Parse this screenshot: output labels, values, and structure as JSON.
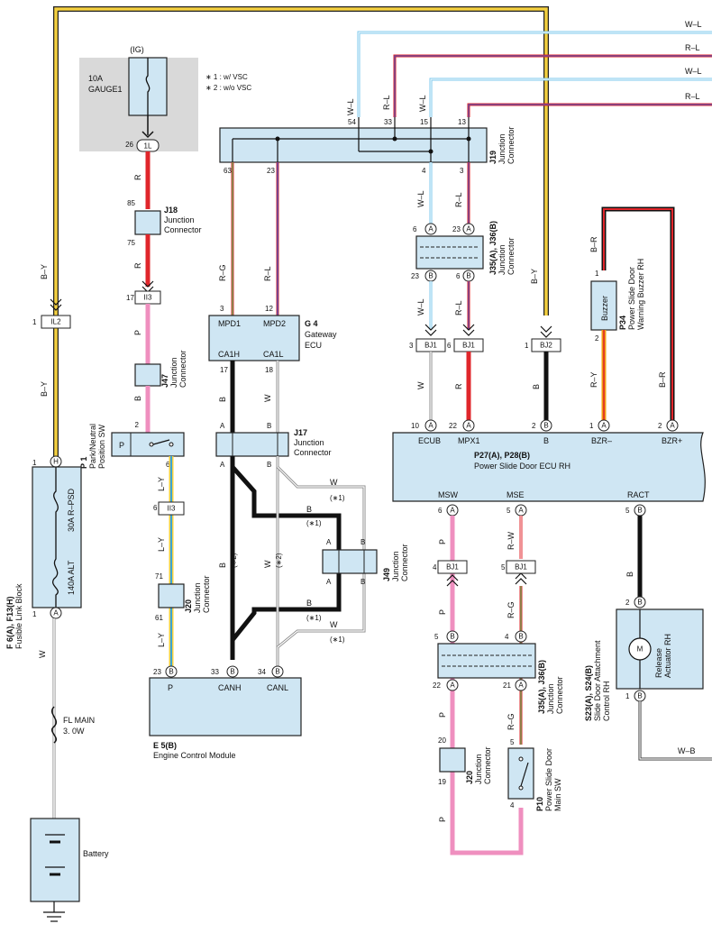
{
  "legend": {
    "note1": "∗ 1 : w/ VSC",
    "note2": "∗ 2 : w/o VSC"
  },
  "right_wire_tags": [
    "W–L",
    "R–L",
    "W–L",
    "R–L"
  ],
  "bottom_right_tag": "W–B",
  "fuse_gauge": {
    "ig": "(IG)",
    "amp": "10A",
    "name": "GAUGE1",
    "pin": "26",
    "conn": "1L"
  },
  "j18": {
    "code": "J18",
    "name1": "Junction",
    "name2": "Connector",
    "pin_top": "85",
    "pin_bottom": "75"
  },
  "ii3_top": {
    "pin": "17",
    "name": "II3"
  },
  "il2": {
    "pin": "1",
    "name": "IL2"
  },
  "j47": {
    "code": "J47",
    "name1": "Junction",
    "name2": "Connector"
  },
  "p1": {
    "code": "P 1",
    "name1": "Park/Neutral",
    "name2": "Position SW",
    "letter": "P",
    "pin_top": "2",
    "pin_bottom": "6"
  },
  "ii3_mid": {
    "pin": "6",
    "name": "II3"
  },
  "j20_left": {
    "code": "J20",
    "name1": "Junction",
    "name2": "Connector",
    "pin_top": "71",
    "pin_bottom": "61"
  },
  "fusible": {
    "code": "F 6(A), F13(H)",
    "name": "Fusible Link Block",
    "f1": "30A R–PSD",
    "f2": "140A ALT",
    "pin_top": "1",
    "pin_top_letter": "H",
    "pin_bottom": "1",
    "pin_bottom_letter": "A"
  },
  "fl_main": {
    "name": "FL MAIN",
    "rating": "3. 0W"
  },
  "battery": {
    "name": "Battery"
  },
  "g4": {
    "code": "G 4",
    "name1": "Gateway",
    "name2": "ECU",
    "t1": "MPD1",
    "t2": "MPD2",
    "t3": "CA1H",
    "t4": "CA1L",
    "p1": "3",
    "p2": "12",
    "p3": "17",
    "p4": "18"
  },
  "j19": {
    "code": "J19",
    "name1": "Junction",
    "name2": "Connector",
    "pins_top": [
      "54",
      "33",
      "15",
      "13"
    ],
    "pins_bottom_left": [
      "63",
      "23"
    ],
    "pins_bottom_right": [
      "4",
      "3"
    ]
  },
  "j17": {
    "code": "J17",
    "name1": "Junction",
    "name2": "Connector",
    "pa": "A",
    "pb": "B"
  },
  "j49": {
    "code": "J49",
    "name1": "Junction",
    "name2": "Connector"
  },
  "e5": {
    "code": "E 5(B)",
    "name": "Engine Control Module",
    "t1": "P",
    "t2": "CANH",
    "t3": "CANL",
    "p1": "23",
    "p2": "33",
    "p3": "34"
  },
  "j35_top": {
    "code": "J35(A), J36(B)",
    "name1": "Junction",
    "name2": "Connector",
    "p_tl": "6",
    "p_tr": "23",
    "p_bl": "23",
    "p_br": "6"
  },
  "bj_labels": {
    "bj1a": "BJ1",
    "bj1b": "BJ1",
    "bj2": "BJ2",
    "pa": "3",
    "pb": "6",
    "pc": "1"
  },
  "p34": {
    "code": "P34",
    "name1": "Power Slide Door",
    "name2": "Warning Buzzer RH",
    "part": "Buzzer",
    "pin_top": "1",
    "pin_bottom": "2"
  },
  "ecu_rh": {
    "code": "P27(A), P28(B)",
    "name": "Power Slide Door ECU RH",
    "top_terms": [
      "ECUB",
      "MPX1",
      "B",
      "BZR–",
      "BZR+"
    ],
    "top_pins": [
      "10",
      "22",
      "2",
      "1",
      "2"
    ],
    "bottom_terms": [
      "MSW",
      "MSE",
      "RACT"
    ],
    "bottom_pins": [
      "6",
      "5",
      "5"
    ]
  },
  "bj1_lower": {
    "a": "BJ1",
    "b": "BJ1",
    "pa": "4",
    "pb": "5"
  },
  "j35_bot": {
    "code": "J35(A), J36(B)",
    "name1": "Junction",
    "name2": "Connector",
    "p_tl": "5",
    "p_tr": "4",
    "p_bl": "22",
    "p_br": "21"
  },
  "j20_right": {
    "code": "J20",
    "name1": "Junction",
    "name2": "Connector",
    "pin_top": "20",
    "pin_bottom": "19"
  },
  "p10": {
    "code": "P10",
    "name1": "Power Slide Door",
    "name2": "Main SW",
    "pin_top": "5",
    "pin_bottom": "4"
  },
  "s23": {
    "code": "S23(A), S24(B)",
    "name1": "Slide Door Attachment",
    "name2": "Control RH",
    "part1": "Release",
    "part2": "Actuator RH",
    "motor": "M",
    "pin_top": "2",
    "pin_bottom": "1"
  },
  "wire_colors": {
    "by_top": "B–Y",
    "by_left": "B–Y",
    "by_right": "B–Y",
    "r1": "R",
    "r2": "R",
    "p1": "P",
    "b1": "B",
    "ly1": "L–Y",
    "ly2": "L–Y",
    "ly3": "L–Y",
    "w1": "W",
    "rg": "R–G",
    "rl": "R–L",
    "b2": "B",
    "w2": "W",
    "b3": "B",
    "w3": "W",
    "wl_top": "W–L",
    "rl_top": "R–L",
    "wl_top2": "W–L",
    "rl_top2": "R–L",
    "wl_mid": "W–L",
    "rl_mid": "R–L",
    "wl_low": "W–L",
    "rl_low": "R–L",
    "w_ecub": "W",
    "r_mpx": "R",
    "b_b": "B",
    "by_bj2": "B–Y",
    "ry": "R–Y",
    "br": "B–R",
    "br2": "B–R",
    "p_msw": "P",
    "p_msw2": "P",
    "p_msw3": "P",
    "p_msw4": "P",
    "rw": "R–W",
    "rg2": "R–G",
    "rg3": "R–G",
    "b_ract": "B",
    "b_j49a": "B",
    "b_j49b": "B",
    "w_j49a": "W",
    "w_j49b": "W",
    "n1a": "(∗1)",
    "n1b": "(∗1)",
    "n1c": "(∗1)",
    "n1d": "(∗1)",
    "n2a": "(∗2)",
    "n2b": "(∗2)",
    "ja": "A",
    "jb": "B",
    "jc": "A",
    "jd": "B",
    "je": "A",
    "jf": "B"
  }
}
